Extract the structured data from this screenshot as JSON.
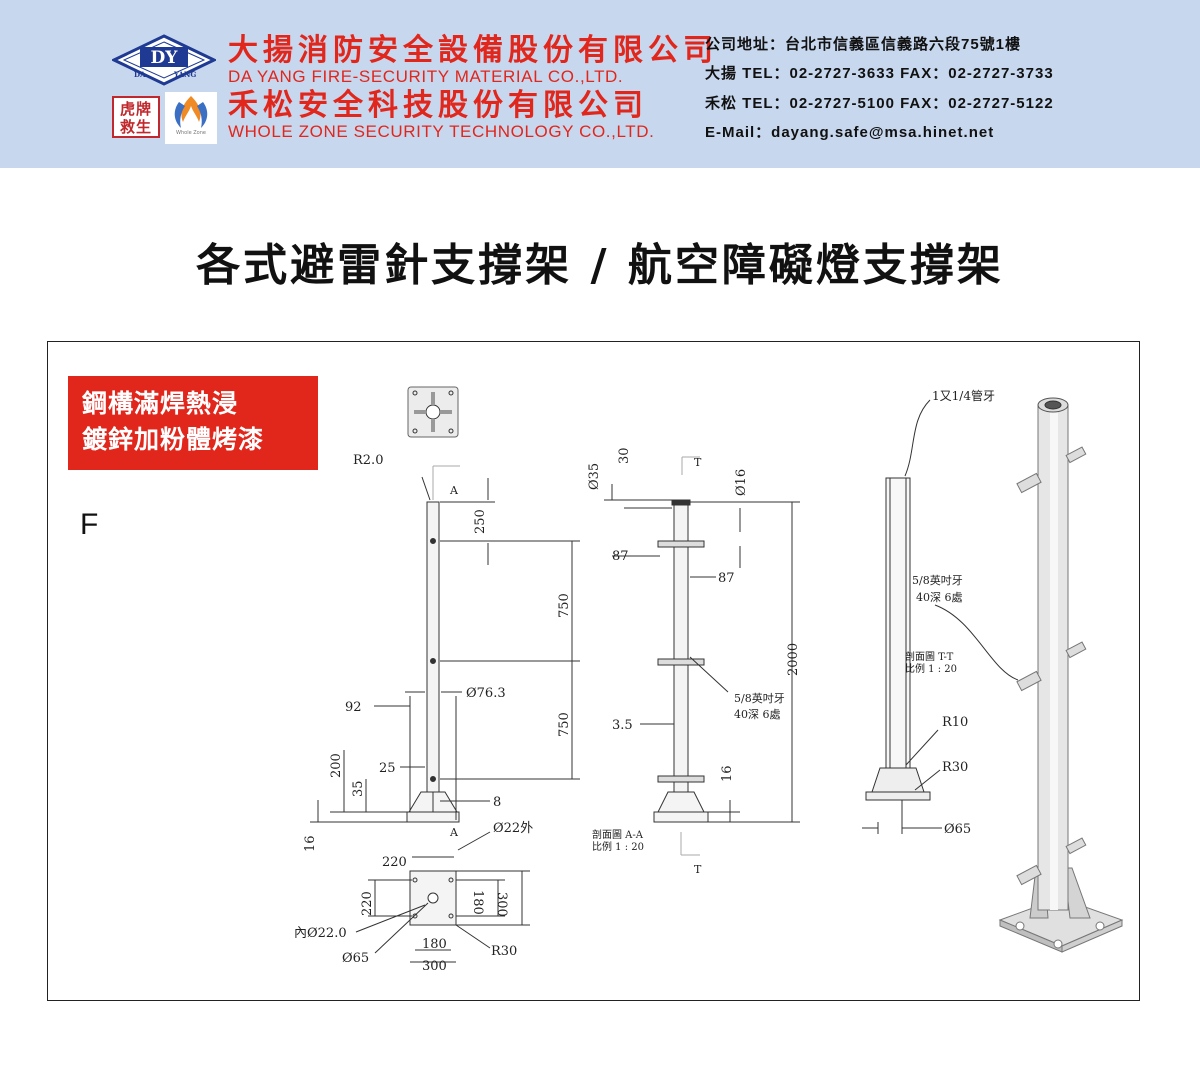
{
  "header": {
    "logo_dy": {
      "main": "DY",
      "left": "DA",
      "right": "YANG"
    },
    "seal_text": [
      "虎牌",
      "救生"
    ],
    "company1_zh": "大揚消防安全設備股份有限公司",
    "company1_en": "DA YANG FIRE-SECURITY MATERIAL CO.,LTD.",
    "company2_zh": "禾松安全科技股份有限公司",
    "company2_en": "WHOLE ZONE SECURITY TECHNOLOGY CO.,LTD.",
    "wz_logo_text": "Whole Zone",
    "contact": [
      "公司地址：台北市信義區信義路六段75號1樓",
      "大揚 TEL：02-2727-3633 FAX：02-2727-3733",
      "禾松 TEL：02-2727-5100 FAX：02-2727-5122",
      "E-Mail：dayang.safe@msa.hinet.net"
    ],
    "colors": {
      "band": "#c7d7ee",
      "brand_red": "#e1261c",
      "logo_blue": "#1f3a93"
    }
  },
  "title": "各式避雷針支撐架 / 航空障礙燈支撐架",
  "badge": {
    "line1": "鋼構滿焊熱浸",
    "line2": "鍍鋅加粉體烤漆"
  },
  "model_letter": "F",
  "drawing": {
    "front": {
      "r": "R2.0",
      "a_top": "A",
      "a_bottom": "A",
      "d250": "250",
      "d750a": "750",
      "d750b": "750",
      "d92": "92",
      "diameter": "Ø76.3",
      "d25": "25",
      "d200": "200",
      "d35": "35",
      "d8": "8",
      "d16": "16"
    },
    "base_plan": {
      "hole": "Ø22外",
      "w220": "220",
      "h220": "220",
      "h180": "180",
      "h300": "300",
      "inner": "內Ø22.0",
      "d65": "Ø65",
      "w180": "180",
      "r30": "R30",
      "w300": "300"
    },
    "side": {
      "d35": "Ø35",
      "d30": "30",
      "t_top": "T",
      "t_bottom": "T",
      "d16": "Ø16",
      "d87a": "87",
      "d87b": "87",
      "thread1": "5/8英吋牙",
      "thread2": "40深 6處",
      "d35t": "3.5",
      "d2000": "2000",
      "d16v": "16",
      "section1": "剖面圖 A-A",
      "section2": "比例 1 : 20"
    },
    "section": {
      "pipe_thread": "1又1/4管牙",
      "thread1": "5/8英吋牙",
      "thread2": "40深 6處",
      "section1": "剖面圖 T-T",
      "section2": "比例 1 : 20",
      "r10": "R10",
      "r30": "R30",
      "d65": "Ø65"
    }
  }
}
